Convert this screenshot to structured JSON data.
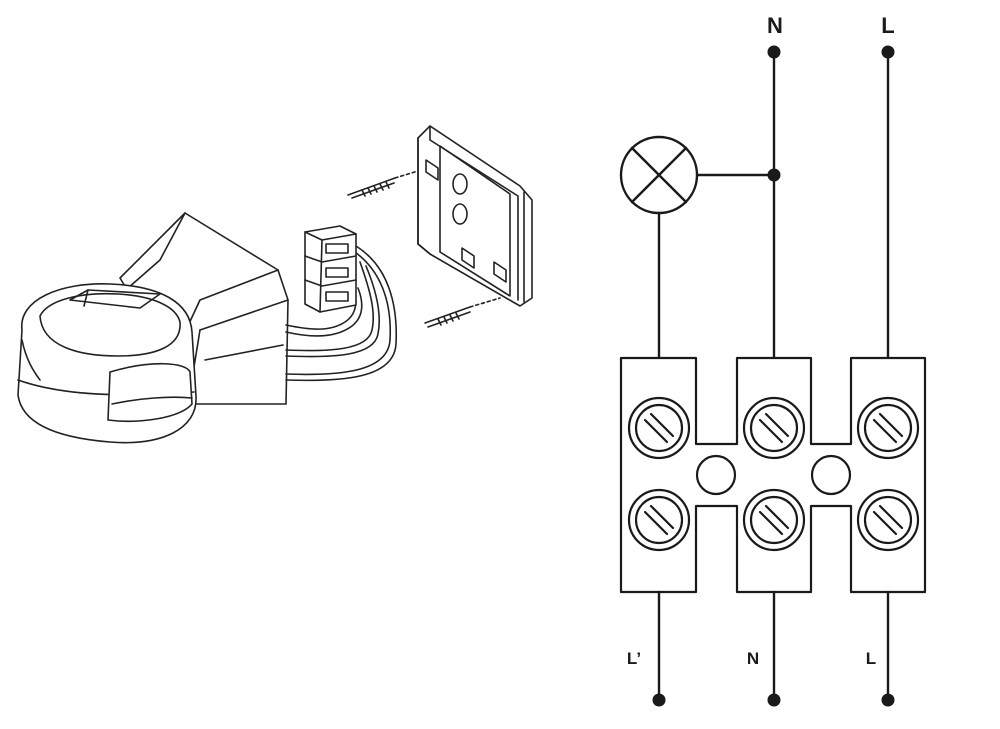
{
  "diagram": {
    "terminal_labels": {
      "top_neutral": "N",
      "top_live": "L",
      "bottom_load": "L’",
      "bottom_neutral": "N",
      "bottom_live": "L"
    },
    "icons": {
      "sensor_illustration": "pir-motion-sensor-exploded-icon",
      "lamp": "lamp-icon",
      "terminal_block": "terminal-block-icon",
      "screw": "screw-icon"
    },
    "colors": {
      "ink": "#1a1a1a",
      "background": "#ffffff"
    }
  }
}
